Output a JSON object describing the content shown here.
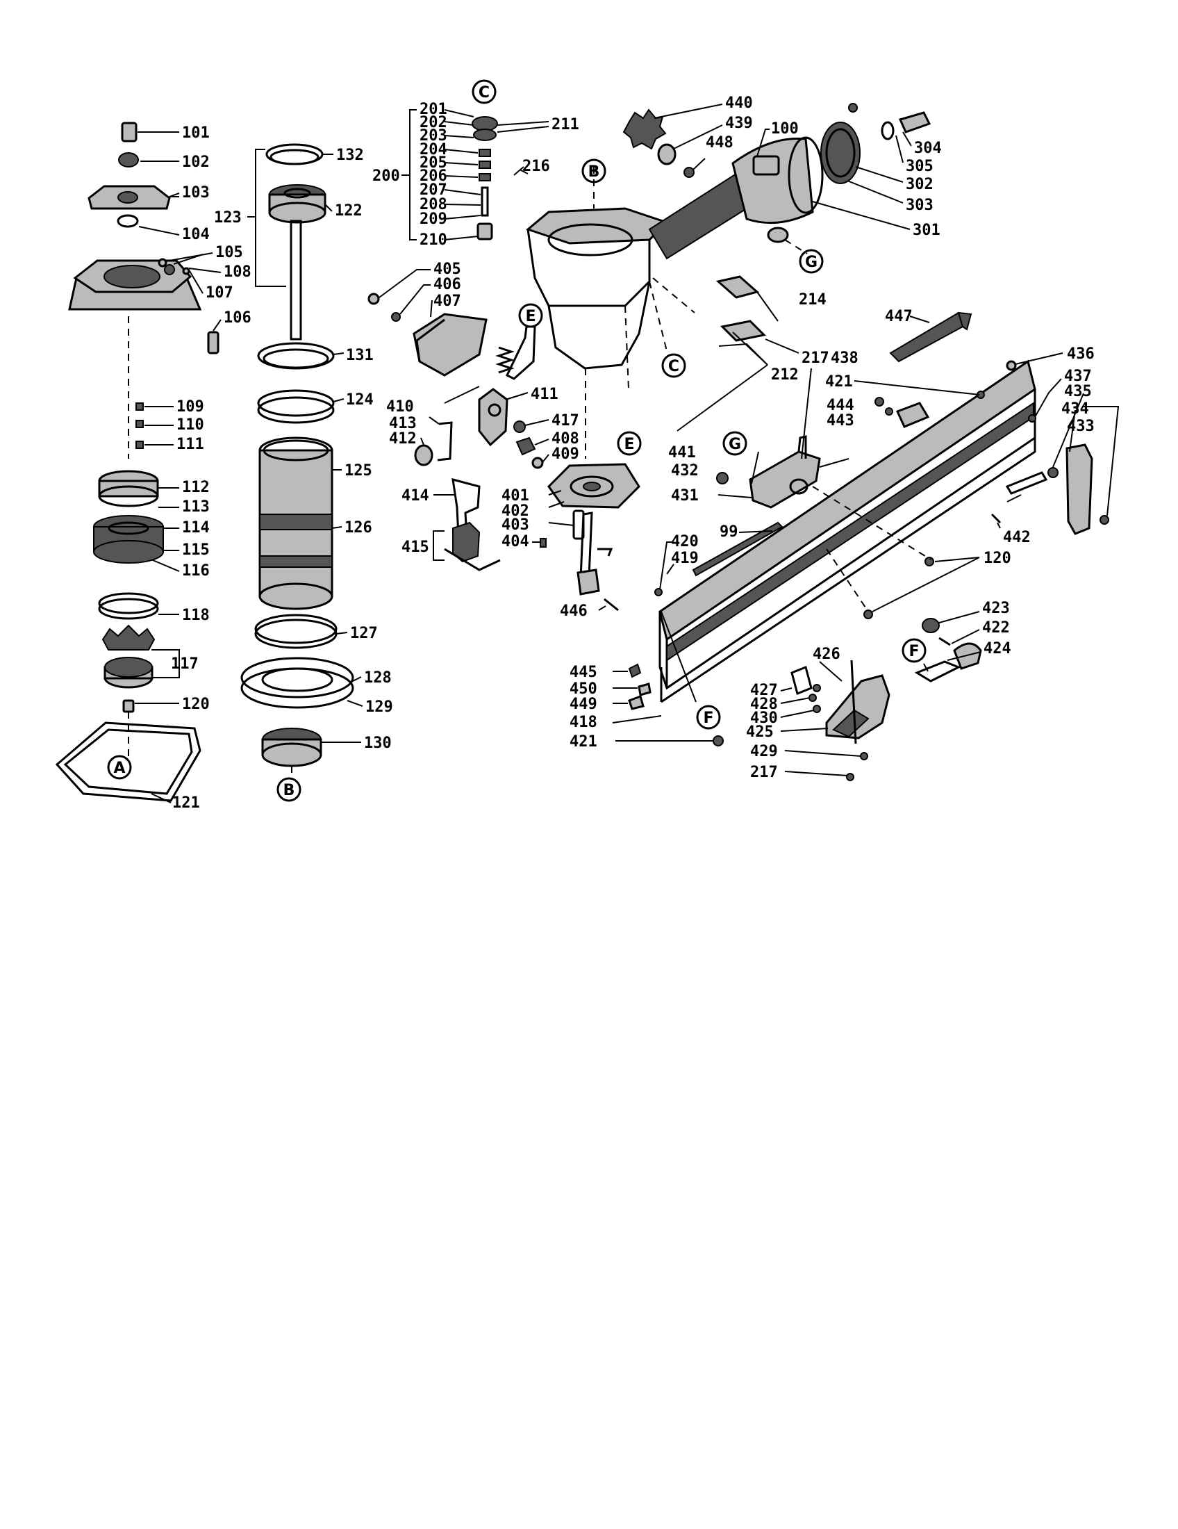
{
  "labels": {
    "l101": "101",
    "l102": "102",
    "l103": "103",
    "l104": "104",
    "l105": "105",
    "l108": "108",
    "l107": "107",
    "l106": "106",
    "l109": "109",
    "l110": "110",
    "l111": "111",
    "l112": "112",
    "l113": "113",
    "l114": "114",
    "l115": "115",
    "l116": "116",
    "l118": "118",
    "l117": "117",
    "l120a": "120",
    "l121": "121",
    "l132": "132",
    "l122": "122",
    "l123": "123",
    "l131": "131",
    "l124": "124",
    "l125": "125",
    "l126": "126",
    "l127": "127",
    "l128": "128",
    "l129": "129",
    "l130": "130",
    "l201": "201",
    "l202": "202",
    "l203": "203",
    "l204": "204",
    "l205": "205",
    "l206": "206",
    "l207": "207",
    "l208": "208",
    "l209": "209",
    "l210": "210",
    "l200": "200",
    "l211": "211",
    "l216": "216",
    "l440": "440",
    "l439": "439",
    "l100": "100",
    "l448": "448",
    "l304": "304",
    "l305": "305",
    "l302": "302",
    "l303": "303",
    "l301": "301",
    "l405": "405",
    "l406": "406",
    "l407": "407",
    "l214": "214",
    "l217a": "217",
    "l438": "438",
    "l212": "212",
    "l447": "447",
    "l436": "436",
    "l421a": "421",
    "l437": "437",
    "l435": "435",
    "l434": "434",
    "l433": "433",
    "l444": "444",
    "l443": "443",
    "l410": "410",
    "l411": "411",
    "l413": "413",
    "l412": "412",
    "l417": "417",
    "l408": "408",
    "l409": "409",
    "l441": "441",
    "l432": "432",
    "l431": "431",
    "l414": "414",
    "l401": "401",
    "l402": "402",
    "l403": "403",
    "l404": "404",
    "l415": "415",
    "l99": "99",
    "l442": "442",
    "l120b": "120",
    "l420": "420",
    "l419": "419",
    "l446": "446",
    "l423": "423",
    "l422": "422",
    "l424": "424",
    "l426": "426",
    "l445": "445",
    "l450": "450",
    "l449": "449",
    "l418": "418",
    "l421b": "421",
    "l427": "427",
    "l428": "428",
    "l430": "430",
    "l425": "425",
    "l429": "429",
    "l217b": "217"
  },
  "markers": {
    "A": "A",
    "B1": "B",
    "B2": "B",
    "C1": "C",
    "C2": "C",
    "E1": "E",
    "E2": "E",
    "F1": "F",
    "F2": "F",
    "G1": "G",
    "G2": "G"
  }
}
